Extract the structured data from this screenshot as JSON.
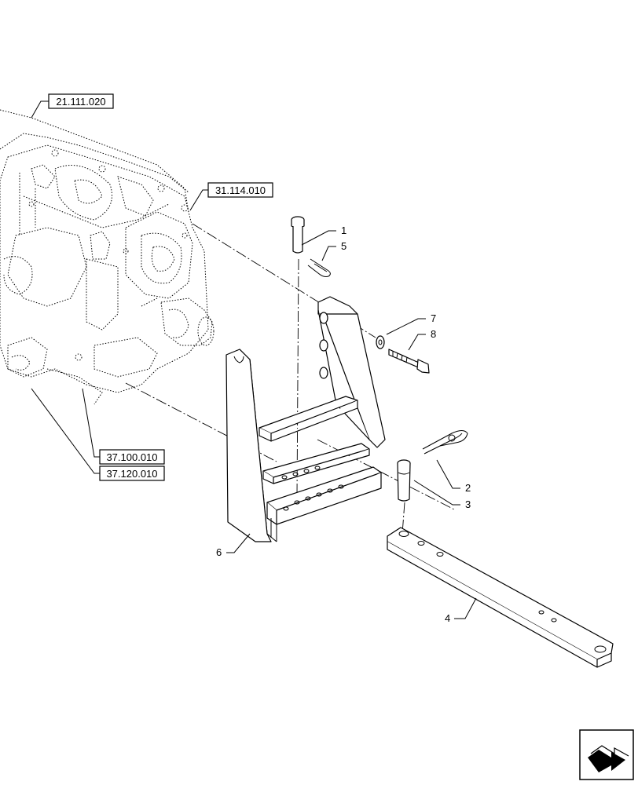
{
  "reference_labels": [
    "21.111.020",
    "31.114.010",
    "37.100.010",
    "37.120.010"
  ],
  "callouts": [
    "1",
    "5",
    "7",
    "8",
    "2",
    "3",
    "6",
    "4"
  ],
  "nav_icon": "next-page-arrow-icon"
}
